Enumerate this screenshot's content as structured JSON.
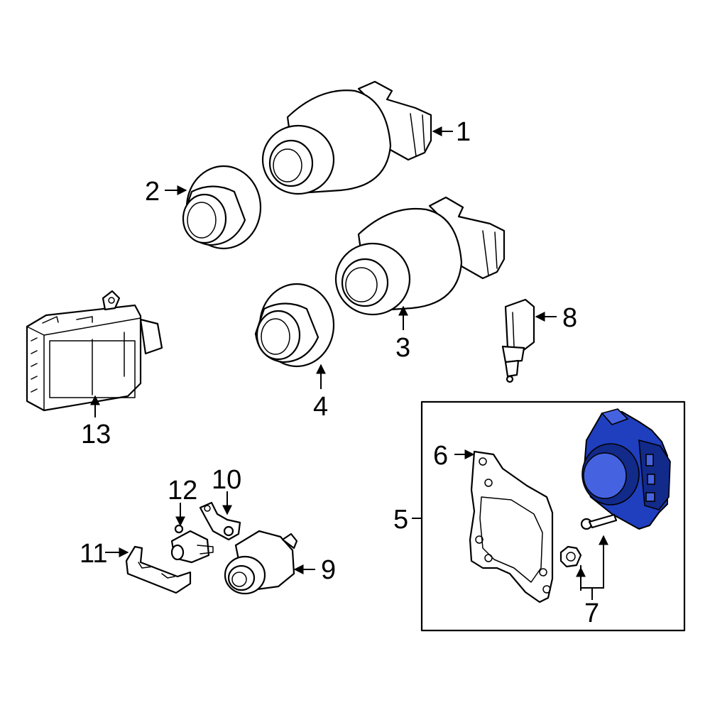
{
  "diagram": {
    "callouts": {
      "c1": "1",
      "c2": "2",
      "c3": "3",
      "c4": "4",
      "c5": "5",
      "c6": "6",
      "c7": "7",
      "c8": "8",
      "c9": "9",
      "c10": "10",
      "c11": "11",
      "c12": "12",
      "c13": "13"
    },
    "colors": {
      "line": "#000000",
      "background": "#ffffff",
      "highlight": "#1f3fbf"
    }
  }
}
